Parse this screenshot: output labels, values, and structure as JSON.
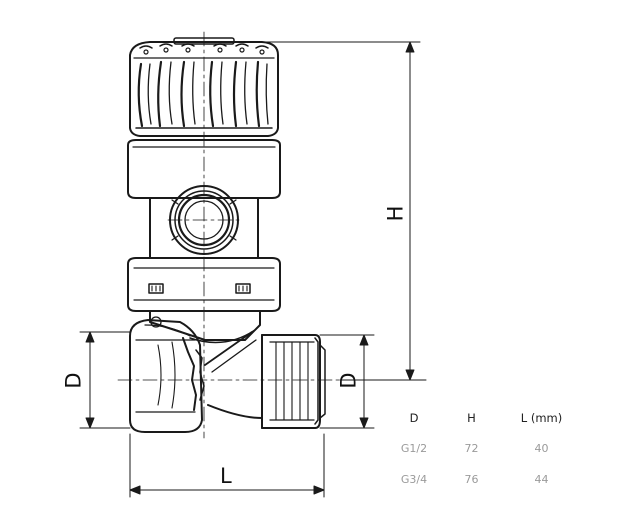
{
  "dimensions": {
    "height_label": "H",
    "length_label": "L",
    "diameter_left_label": "D",
    "diameter_right_label": "D"
  },
  "table": {
    "headers": [
      "D",
      "H",
      "L (mm)"
    ],
    "rows": [
      [
        "G1/2",
        "72",
        "40"
      ],
      [
        "G3/4",
        "76",
        "44"
      ]
    ]
  },
  "colors": {
    "line": "#1a1a1a",
    "table_header": "#222222",
    "table_value": "#9a9a9a"
  }
}
